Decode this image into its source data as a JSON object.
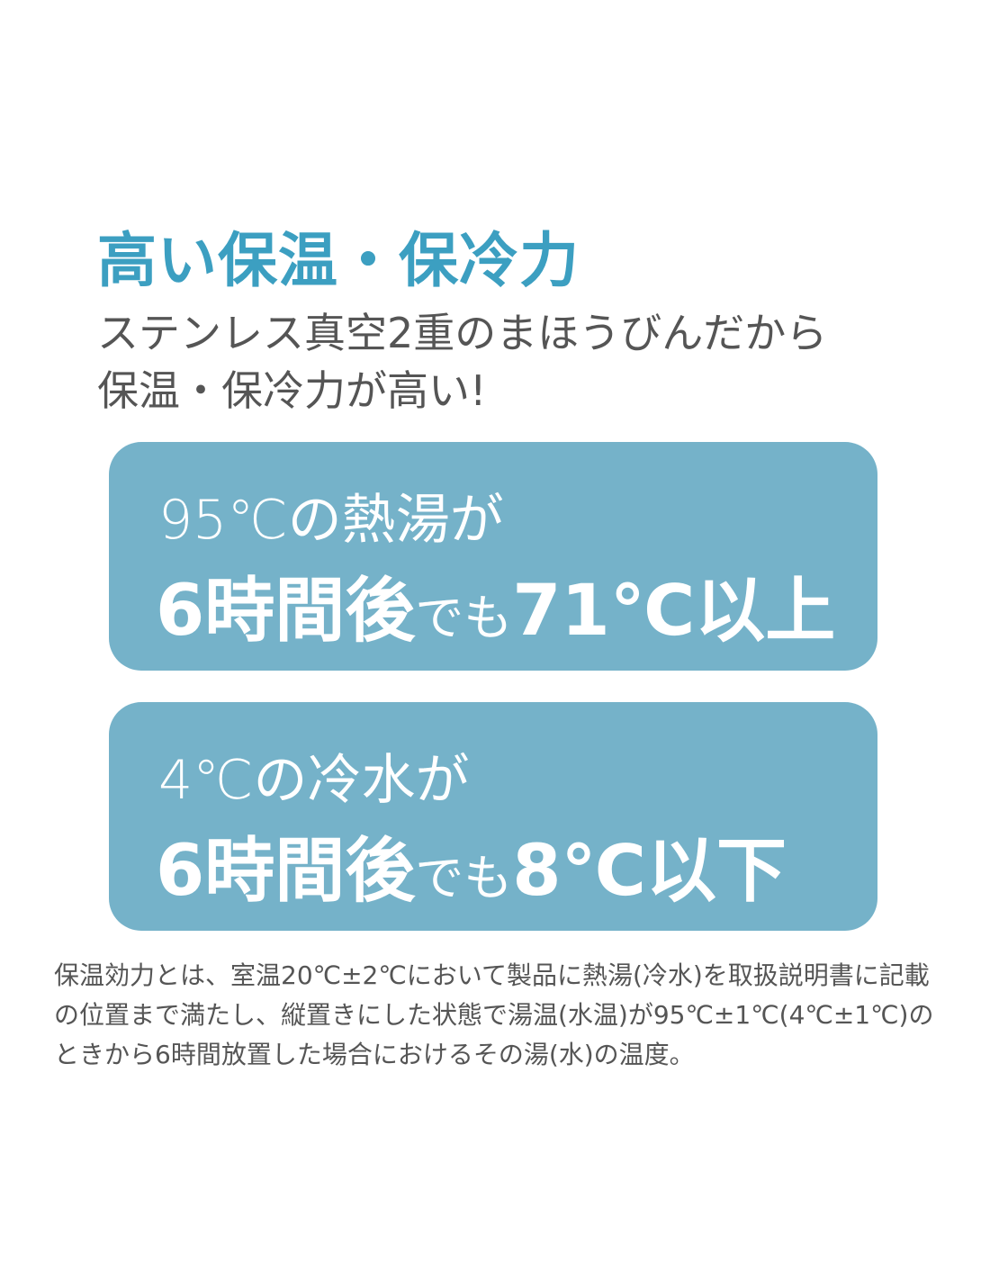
{
  "title": "高い保温・保冷力",
  "subtitle": [
    "ステンレス真空2重のまほうびんだから",
    "保温・保冷力が高い!"
  ],
  "colors": {
    "title": "#3c9fc1",
    "box": "#75b2c9",
    "text": "#555555"
  },
  "hot": {
    "line1": "95℃の熱湯が",
    "time": "6時間後",
    "mid": "でも",
    "result": "71℃以上"
  },
  "cold": {
    "line1": "4℃の冷水が",
    "time": "6時間後",
    "mid": "でも",
    "result": "8℃以下"
  },
  "note": "保温効力とは、室温20℃±2℃において製品に熱湯(冷水)を取扱説明書に記載の位置まで満たし、縦置きにした状態で湯温(水温)が95℃±1℃(4℃±1℃)のときから6時間放置した場合におけるその湯(水)の温度。"
}
